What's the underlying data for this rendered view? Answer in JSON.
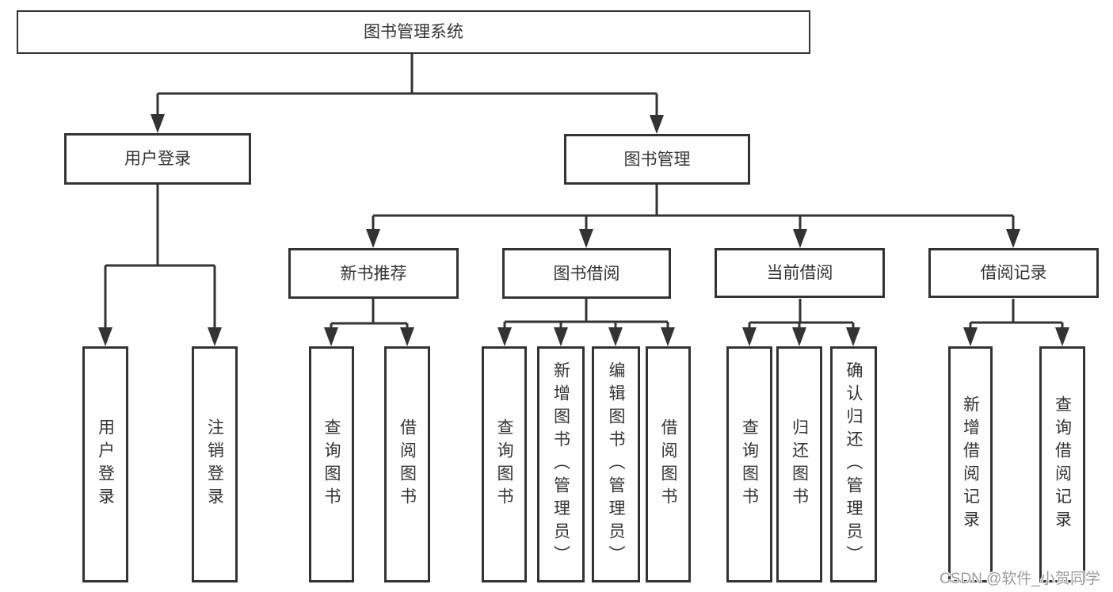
{
  "diagram": {
    "root": {
      "label": "图书管理系统"
    },
    "branches": [
      {
        "label": "用户登录",
        "children": [
          {
            "label": "用户登录"
          },
          {
            "label": "注销登录"
          }
        ]
      },
      {
        "label": "图书管理",
        "children": [
          {
            "label": "新书推荐",
            "children": [
              {
                "label": "查询图书"
              },
              {
                "label": "借阅图书"
              }
            ]
          },
          {
            "label": "图书借阅",
            "children": [
              {
                "label": "查询图书"
              },
              {
                "label": "新增图书（管理员）"
              },
              {
                "label": "编辑图书（管理员）"
              },
              {
                "label": "借阅图书"
              }
            ]
          },
          {
            "label": "当前借阅",
            "children": [
              {
                "label": "查询图书"
              },
              {
                "label": "归还图书"
              },
              {
                "label": "确认归还（管理员）"
              }
            ]
          },
          {
            "label": "借阅记录",
            "children": [
              {
                "label": "新增借阅记录"
              },
              {
                "label": "查询借阅记录"
              }
            ]
          }
        ]
      }
    ],
    "watermark": "CSDN @软件_小贺同学",
    "colors": {
      "line": "#333333",
      "box_border": "#333333",
      "text": "#333333",
      "watermark": "#9c9c9c",
      "background": "#ffffff"
    }
  }
}
